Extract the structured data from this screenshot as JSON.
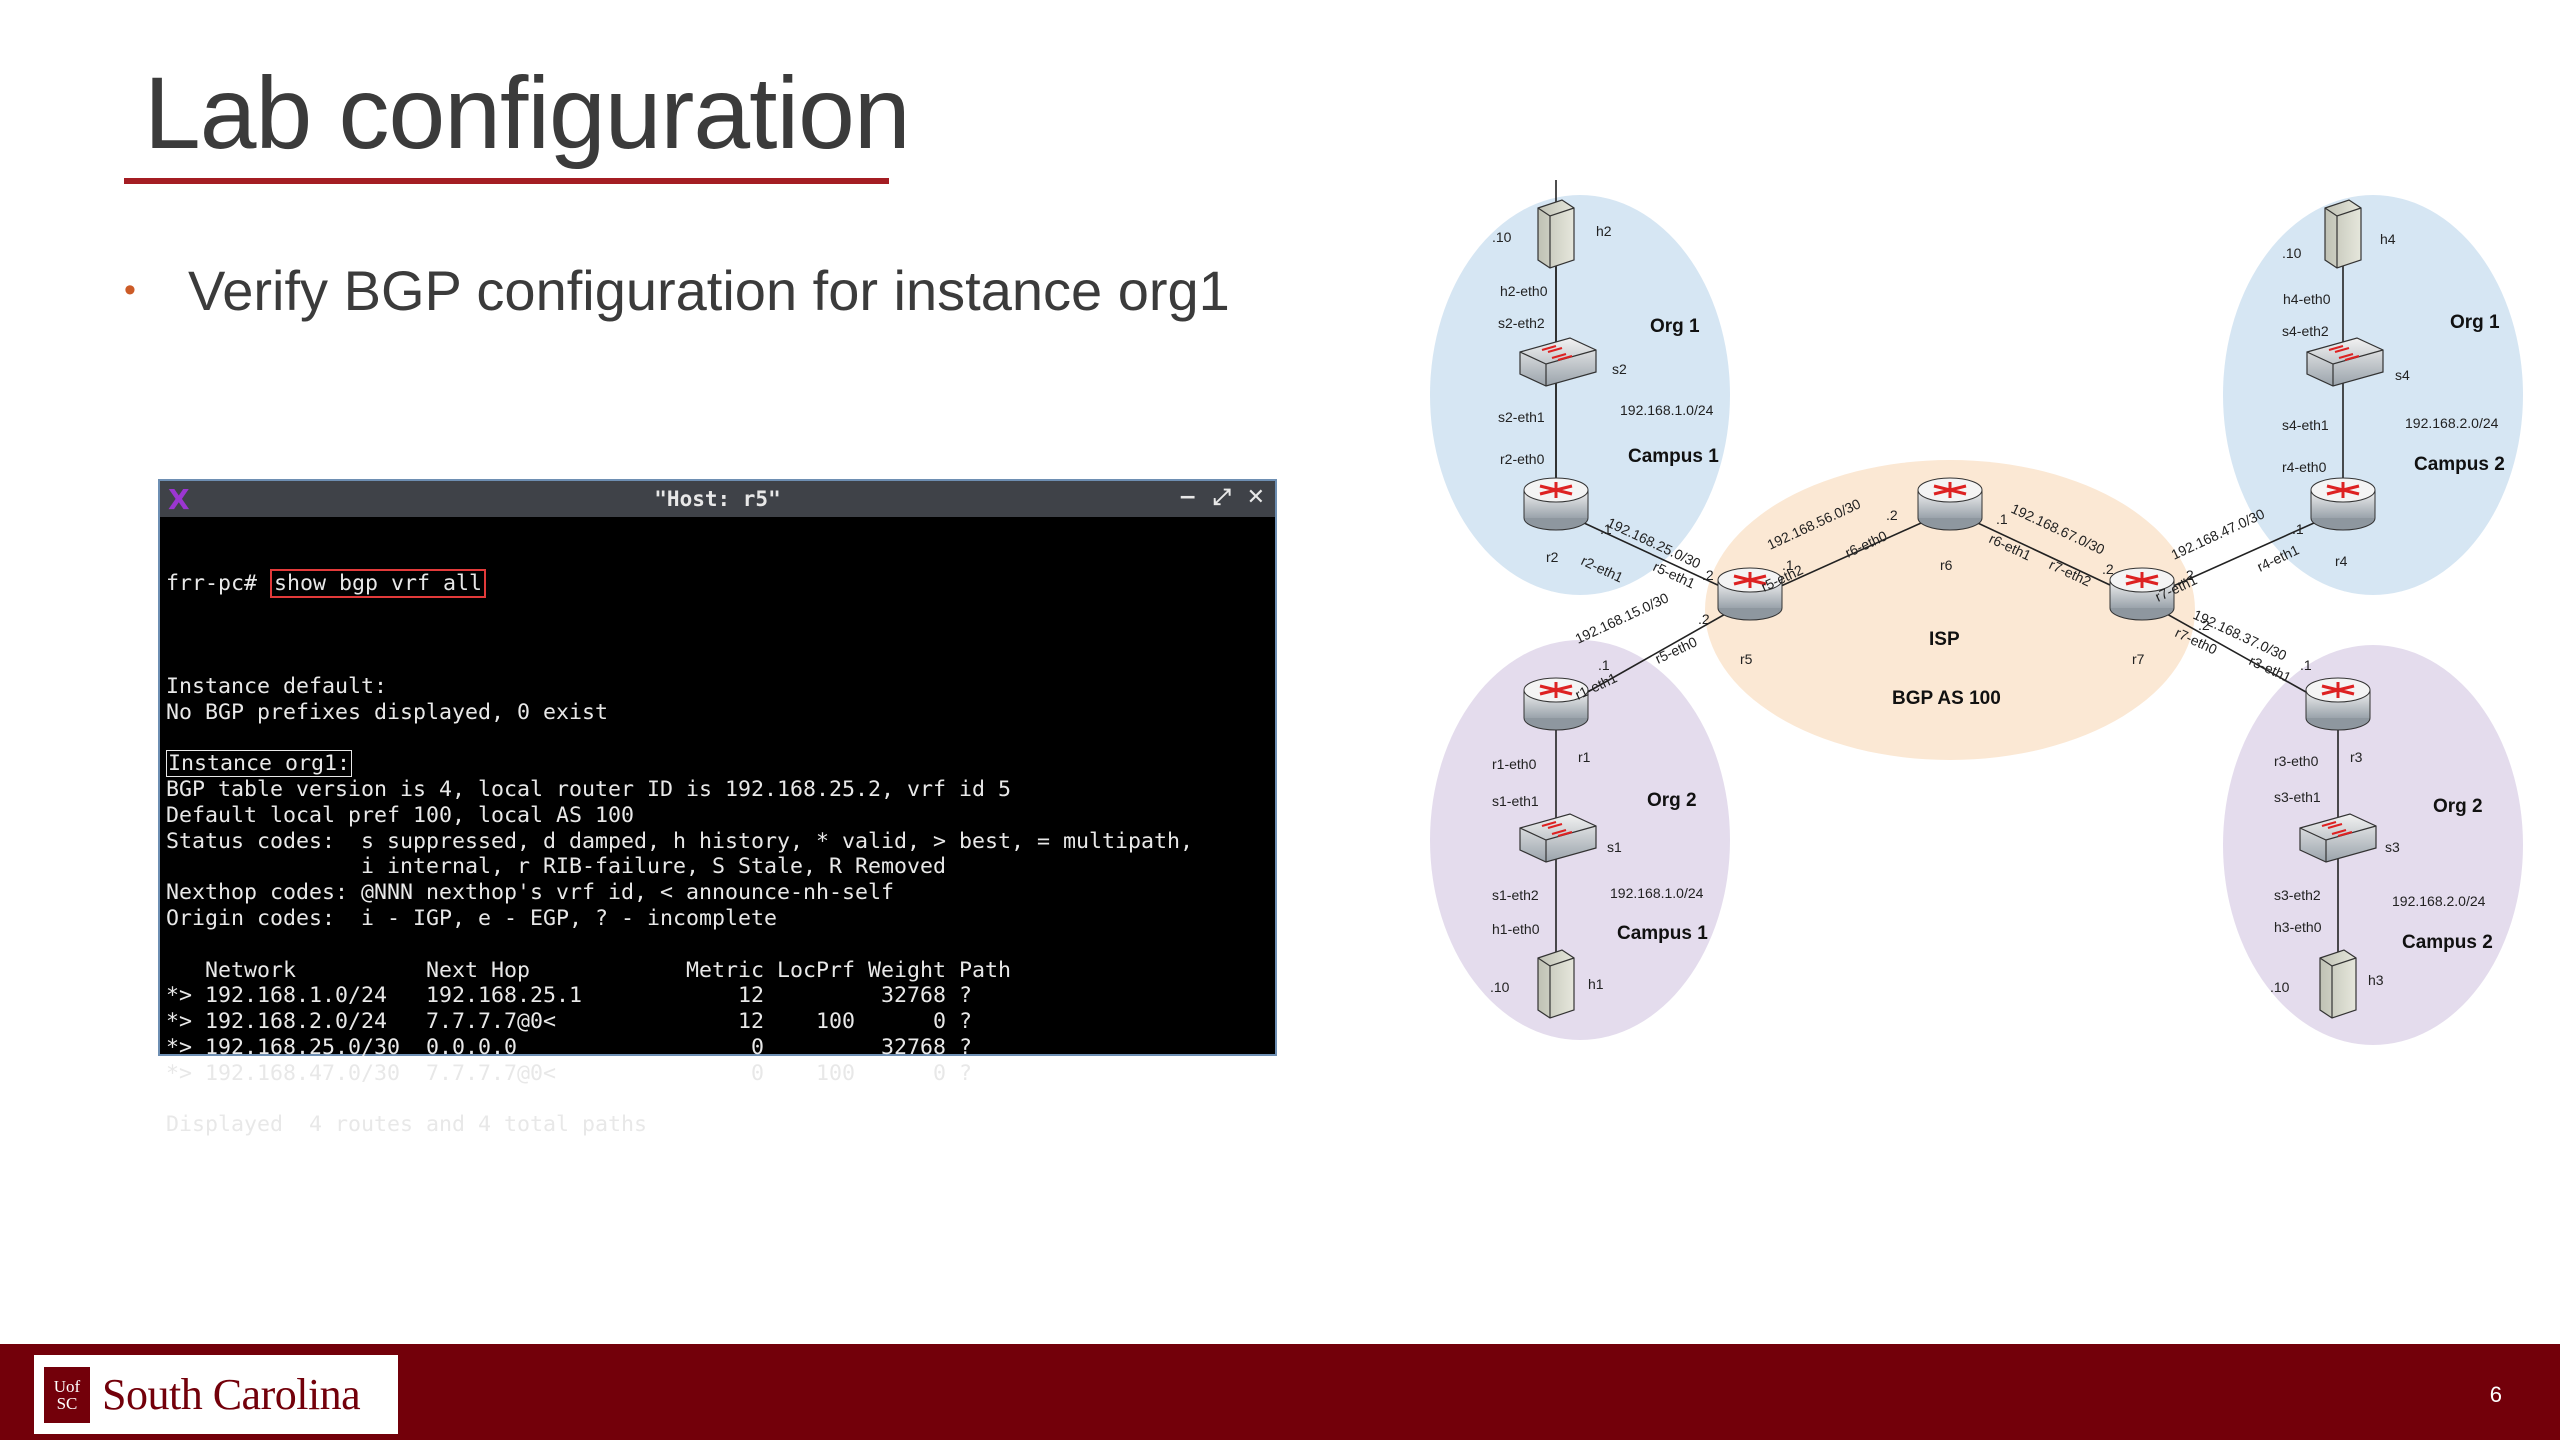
{
  "slide": {
    "title": "Lab configuration",
    "bullet": "Verify BGP configuration for instance org1",
    "page_number": "6"
  },
  "terminal": {
    "window_title": "\"Host: r5\"",
    "controls": [
      "−",
      "⤢",
      "✕"
    ],
    "prompt": "frr-pc# ",
    "command": "show bgp vrf all",
    "lines": [
      "",
      "Instance default:",
      "No BGP prefixes displayed, 0 exist",
      "",
      "__INSTANCE__",
      "BGP table version is 4, local router ID is 192.168.25.2, vrf id 5",
      "Default local pref 100, local AS 100",
      "Status codes:  s suppressed, d damped, h history, * valid, > best, = multipath,",
      "               i internal, r RIB-failure, S Stale, R Removed",
      "Nexthop codes: @NNN nexthop's vrf id, < announce-nh-self",
      "Origin codes:  i - IGP, e - EGP, ? - incomplete",
      "",
      "   Network          Next Hop            Metric LocPrf Weight Path",
      "*> 192.168.1.0/24   192.168.25.1            12         32768 ?",
      "*> 192.168.2.0/24   7.7.7.7@0<              12    100      0 ?",
      "*> 192.168.25.0/30  0.0.0.0                  0         32768 ?",
      "*> 192.168.47.0/30  7.7.7.7@0<               0    100      0 ?",
      "",
      "Displayed  4 routes and 4 total paths"
    ],
    "instance_label": "Instance org1:"
  },
  "diagram": {
    "isp_label": "ISP",
    "isp_as": "BGP AS 100",
    "org1": "Org 1",
    "org2": "Org 2",
    "campus1": "Campus 1",
    "campus2": "Campus 2",
    "subnet_c1": "192.168.1.0/24",
    "subnet_c2": "192.168.2.0/24",
    "hosts": {
      "h1": "h1",
      "h2": "h2",
      "h3": "h3",
      "h4": "h4"
    },
    "switches": {
      "s1": "s1",
      "s2": "s2",
      "s3": "s3",
      "s4": "s4"
    },
    "routers": {
      "r1": "r1",
      "r2": "r2",
      "r3": "r3",
      "r4": "r4",
      "r5": "r5",
      "r6": "r6",
      "r7": "r7"
    },
    "host_ip": ".10",
    "links": {
      "l25": "192.168.25.0/30",
      "l15": "192.168.15.0/30",
      "l56": "192.168.56.0/30",
      "l67": "192.168.67.0/30",
      "l47": "192.168.47.0/30",
      "l37": "192.168.37.0/30"
    },
    "ifaces": {
      "h2eth0": "h2-eth0",
      "s2eth2": "s2-eth2",
      "s2eth1": "s2-eth1",
      "r2eth0": "r2-eth0",
      "r2eth1": "r2-eth1",
      "h4eth0": "h4-eth0",
      "s4eth2": "s4-eth2",
      "s4eth1": "s4-eth1",
      "r4eth0": "r4-eth0",
      "r4eth1": "r4-eth1",
      "h1eth0": "h1-eth0",
      "s1eth2": "s1-eth2",
      "s1eth1": "s1-eth1",
      "r1eth0": "r1-eth0",
      "r1eth1": "r1-eth1",
      "h3eth0": "h3-eth0",
      "s3eth2": "s3-eth2",
      "s3eth1": "s3-eth1",
      "r3eth0": "r3-eth0",
      "r3eth1": "r3-eth1",
      "r5eth0": "r5-eth0",
      "r5eth1": "r5-eth1",
      "r5eth2": "r5-eth2",
      "r6eth0": "r6-eth0",
      "r6eth1": "r6-eth1",
      "r7eth0": "r7-eth0",
      "r7eth1": "r7-eth1",
      "r7eth2": "r7-eth2"
    },
    "octets": {
      "one": ".1",
      "two": ".2"
    }
  },
  "footer": {
    "logo_mark_top": "Uof",
    "logo_mark_bottom": "SC",
    "logo_text": "South Carolina"
  },
  "colors": {
    "accent": "#a41d23",
    "footer": "#73000a",
    "org1_fill": "#d6e6f3",
    "org2_fill": "#e4dced",
    "isp_fill": "#fbe8d4"
  }
}
